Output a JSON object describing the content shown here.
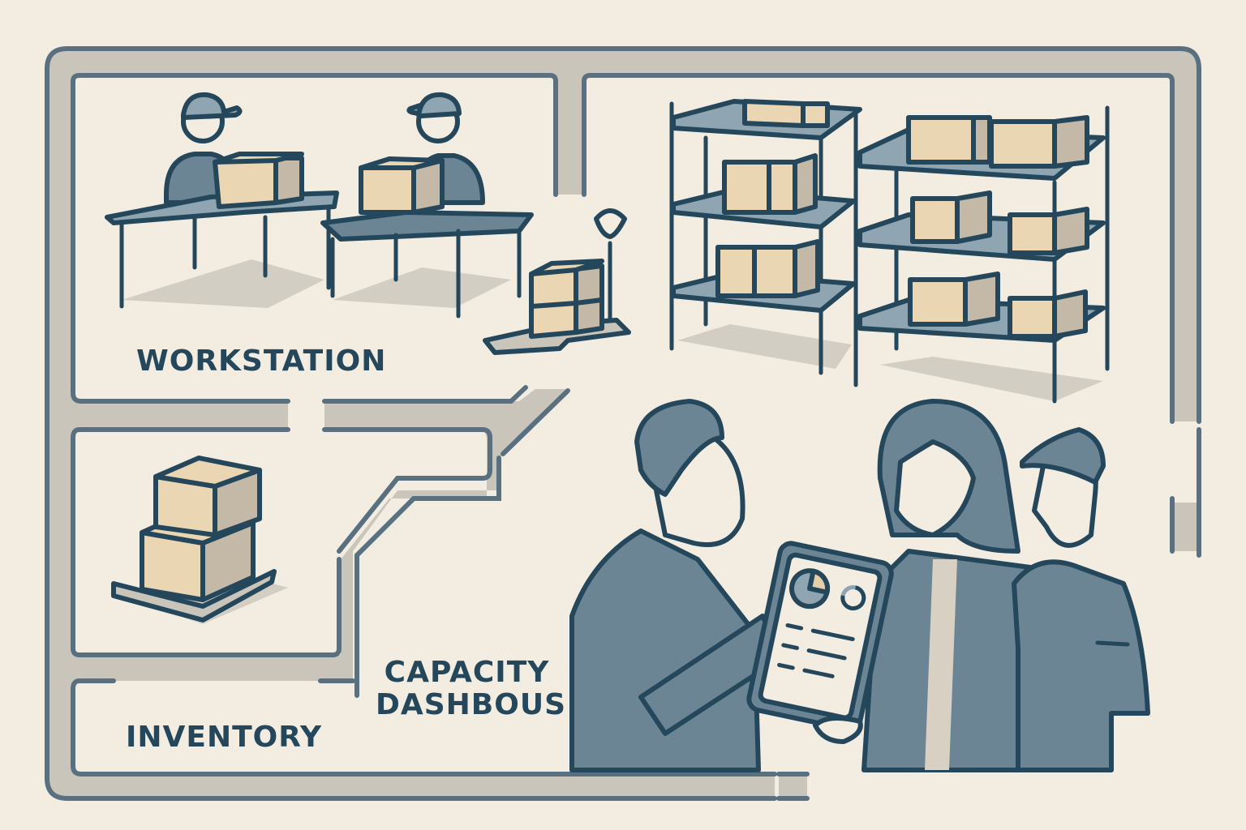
{
  "illustration": {
    "subject": "warehouse floor plan with zones and staff reviewing a tablet dashboard",
    "colors": {
      "background": "#f3ece1",
      "outline": "#24475b",
      "fill_slate": "#6b8594",
      "fill_light_slate": "#8fa5b1",
      "aisle_gray": "#c9c5bb",
      "border_blue": "#58707f",
      "box_tan": "#ead6b3",
      "box_side": "#c4b9a6",
      "shadow": "#d2cec4"
    }
  },
  "zones": {
    "workstation": {
      "label": "WORKSTATION"
    },
    "inventory": {
      "label": "INVENTORY"
    },
    "capacity_dashboard": {
      "line1": "CAPACITY",
      "line2": "DASHBOUS"
    }
  },
  "tablet": {
    "widgets": [
      "pie-chart",
      "ring-gauge",
      "text-lines"
    ],
    "pie_highlight_color": "#e6cfa6",
    "text_line_count": 3
  },
  "people": {
    "workers_at_tables": 2,
    "staff_at_dashboard": 3
  }
}
